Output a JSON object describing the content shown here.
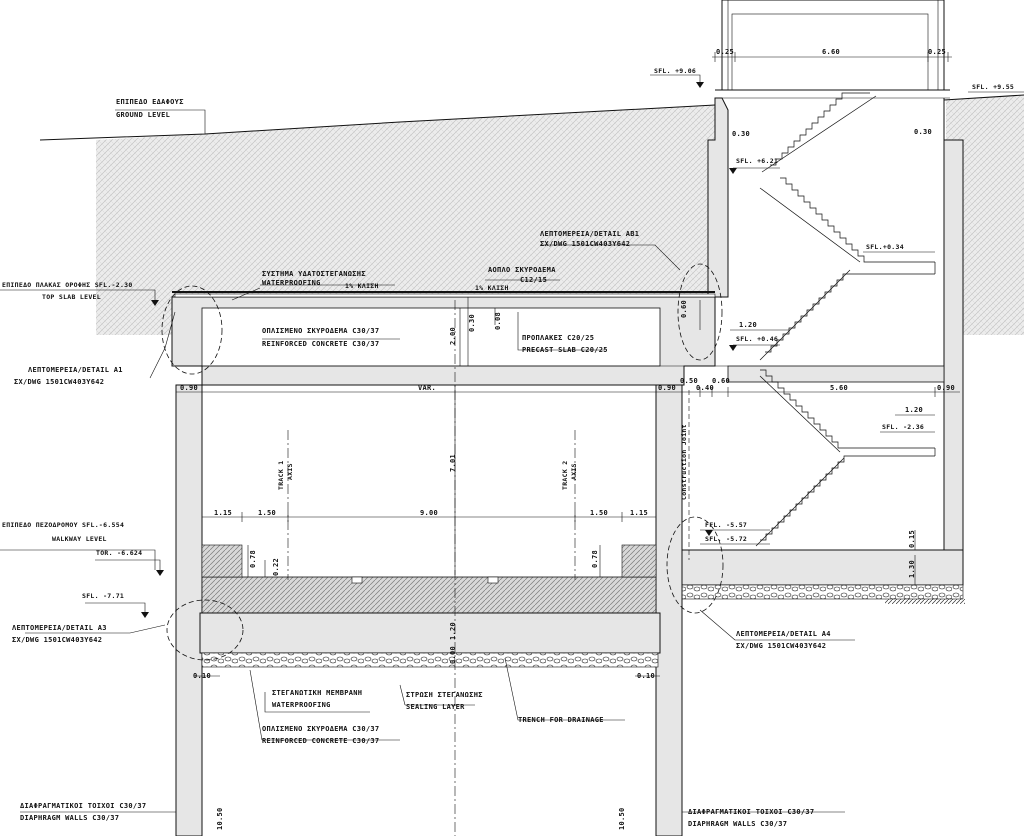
{
  "labels": {
    "ground_level_gr": "ΕΠΙΠΕΔΟ ΕΔΑΦΟΥΣ",
    "ground_level_en": "GROUND LEVEL",
    "top_slab_gr": "ΕΠΙΠΕΔΟ ΠΛΑΚΑΣ ΟΡΟΦΗΣ  SFL.-2.30",
    "top_slab_en": "TOP SLAB LEVEL",
    "waterproofing_gr": "ΣΥΣΤΗΜΑ ΥΔΑΤΟΣΤΕΓΑΝΩΣΗΣ",
    "waterproofing_en": "WATERPROOFING",
    "slope_1": "1% ΚΛΙΣΗ",
    "slope_2": "1% ΚΛΙΣΗ",
    "plain_concrete_gr": "ΑΟΠΛΟ ΣΚΥΡΟΔΕΜΑ",
    "plain_concrete_en": "C12/15",
    "reinforced_gr": "ΟΠΛΙΣΜΕΝΟ ΣΚΥΡΟΔΕΜΑ C30/37",
    "reinforced_en": "REINFORCED CONCRETE C30/37",
    "precast_gr": "ΠΡΟΠΛΑΚΕΣ C20/25",
    "precast_en": "PRECAST SLAB C20/25",
    "detail_a1_gr": "ΛΕΠΤΟΜΕΡΕΙΑ/DETAIL A1",
    "detail_a1_ref": "ΣΧ/DWG 1501CW403Y642",
    "detail_ab1_gr": "ΛΕΠΤΟΜΕΡΕΙΑ/DETAIL AB1",
    "detail_ab1_ref": "ΣΧ/DWG 1501CW403Y642",
    "detail_a3_gr": "ΛΕΠΤΟΜΕΡΕΙΑ/DETAIL A3",
    "detail_a3_ref": "ΣΧ/DWG 1501CW403Y642",
    "detail_a4_gr": "ΛΕΠΤΟΜΕΡΕΙΑ/DETAIL A4",
    "detail_a4_ref": "ΣΧ/DWG 1501CW403Y642",
    "walkway_gr": "ΕΠΙΠΕΔΟ ΠΕΖΟΔΡΟΜΟΥ SFL.-6.554",
    "walkway_en": "WALKWAY LEVEL",
    "tor": "TOR. -6.624",
    "sfl_771": "SFL. -7.71",
    "membrane_gr": "ΣΤΕΓΑΝΩΤΙΚΗ ΜΕΜΒΡΑΝΗ",
    "membrane_en": "WATERPROOFING",
    "sealing_gr": "ΣΤΡΩΣΗ ΣΤΕΓΑΝΩΣΗΣ",
    "sealing_en": "SEALING LAYER",
    "reinforced2_gr": "ΟΠΛΙΣΜΕΝΟ ΣΚΥΡΟΔΕΜΑ C30/37",
    "reinforced2_en": "REINFORCED CONCRETE C30/37",
    "trench": "TRENCH FOR DRAINAGE",
    "diaphragm_l_gr": "ΔΙΑΦΡΑΓΜΑΤΙΚΟΙ ΤΟΙΧΟΙ C30/37",
    "diaphragm_l_en": "DIAPHRAGM WALLS C30/37",
    "diaphragm_r_gr": "ΔΙΑΦΡΑΓΜΑΤΙΚΟΙ ΤΟΙΧΟΙ C30/37",
    "diaphragm_r_en": "DIAPHRAGM WALLS C30/37",
    "track1": "TRACK 1",
    "track1_axis": "AXIS",
    "track2": "TRACK 2",
    "track2_axis": "AXIS",
    "construction_joint": "Construction Joint",
    "sfl_4986": "SFL. +9.06",
    "sfl_4955": "SFL. +9.55",
    "sfl_621": "SFL. +6.21",
    "sfl_034": "SFL.+0.34",
    "sfl_046": "SFL. +0.46",
    "sfl_236": "SFL. -2.36",
    "ffl_557": "FFL. -5.57",
    "sfl_572": "SFL. -5.72"
  },
  "dimensions": {
    "d025a": "0.25",
    "d660": "6.60",
    "d025b": "0.25",
    "d030a": "0.30",
    "d030b": "0.30",
    "d050": "0.50",
    "d120a": "1.20",
    "d120b": "1.20",
    "d090a": "0.90",
    "var": "VAR.",
    "d090b": "0.90",
    "d060a": "0.60",
    "d040": "0.40",
    "d060b": "0.60",
    "d560": "5.60",
    "d090c": "0.90",
    "d200": "2.00",
    "d030c": "0.30",
    "d008": "0.08",
    "d701": "7.01",
    "d115a": "1.15",
    "d150a": "1.50",
    "d900": "9.00",
    "d150b": "1.50",
    "d115b": "1.15",
    "d078a": "0.78",
    "d022": "0.22",
    "d078b": "0.78",
    "d015": "0.15",
    "d130": "1.30",
    "d120c": "1.20",
    "d000": "0.00",
    "d010a": "0.10",
    "d010b": "0.10",
    "d1050a": "10.50",
    "d1050b": "10.50"
  }
}
